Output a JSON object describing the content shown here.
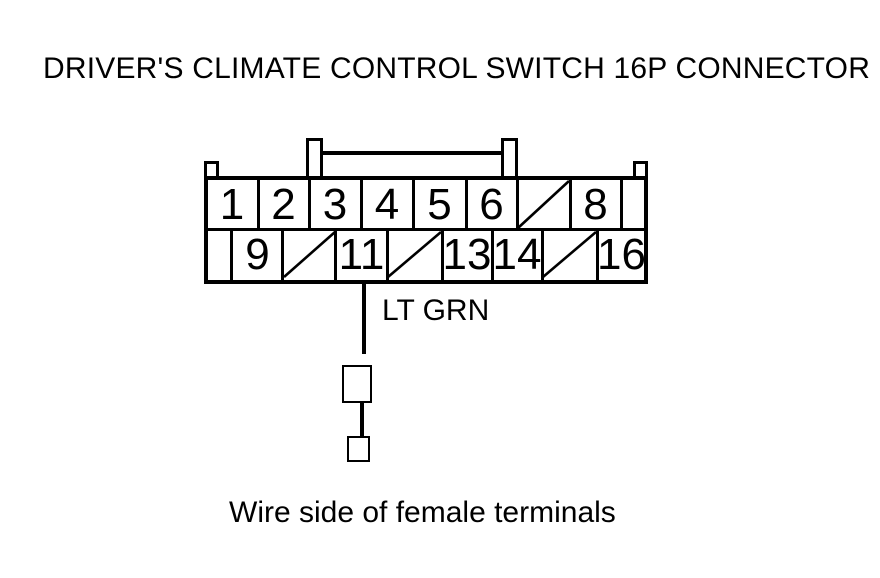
{
  "title": "DRIVER'S CLIMATE CONTROL SWITCH 16P CONNECTOR",
  "connector": {
    "description": "16P connector pin grid, two rows, slash cells have no pin",
    "top_row": [
      {
        "label": "1"
      },
      {
        "label": "2"
      },
      {
        "label": "3"
      },
      {
        "label": "4"
      },
      {
        "label": "5"
      },
      {
        "label": "6"
      },
      {
        "label": "",
        "slash": true
      },
      {
        "label": "8"
      },
      {
        "label": "",
        "blank": true
      }
    ],
    "bottom_row": [
      {
        "label": "",
        "blank": true
      },
      {
        "label": "9"
      },
      {
        "label": "",
        "slash": true
      },
      {
        "label": "11"
      },
      {
        "label": "",
        "slash": true
      },
      {
        "label": "13"
      },
      {
        "label": "14"
      },
      {
        "label": "",
        "slash": true
      },
      {
        "label": "16"
      }
    ]
  },
  "wire": {
    "color_label": "LT GRN",
    "from_pin": "11"
  },
  "caption": "Wire side of female terminals",
  "colors": {
    "ink": "#000000",
    "background": "#ffffff"
  }
}
